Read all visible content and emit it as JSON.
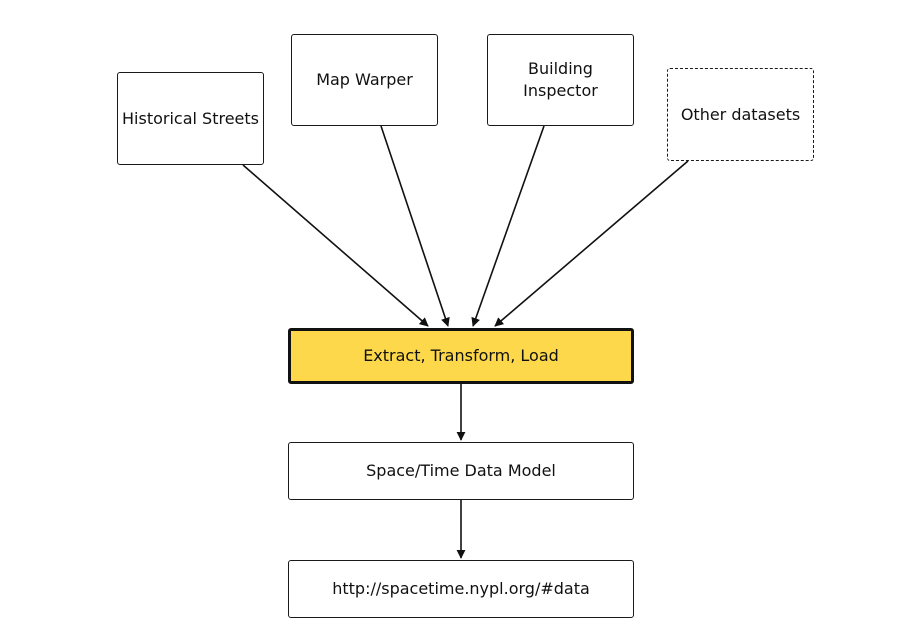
{
  "nodes": {
    "historical_streets": {
      "lines": [
        "Historical Streets"
      ]
    },
    "map_warper": {
      "lines": [
        "Map Warper"
      ]
    },
    "building_inspector": {
      "lines": [
        "Building",
        "Inspector"
      ]
    },
    "other_datasets": {
      "lines": [
        "Other datasets"
      ]
    },
    "etl": {
      "lines": [
        "Extract, Transform, Load"
      ]
    },
    "data_model": {
      "lines": [
        "Space/Time Data Model"
      ]
    },
    "url": {
      "lines": [
        "http://spacetime.nypl.org/#data"
      ]
    }
  },
  "colors": {
    "etl_fill": "#fdd84a",
    "line": "#111111",
    "background": "#ffffff"
  }
}
